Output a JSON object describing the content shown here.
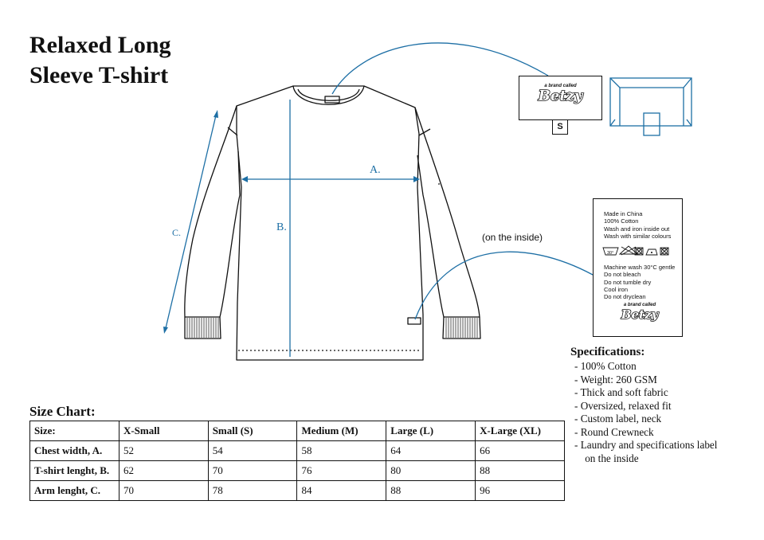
{
  "title": {
    "line1": "Relaxed Long",
    "line2": "Sleeve T-shirt"
  },
  "measure_labels": {
    "a": "A.",
    "b": "B.",
    "c": "C."
  },
  "inside_note": "(on the inside)",
  "brand": {
    "small": "a brand called",
    "big": "Betzy"
  },
  "size_tag": "S",
  "care_label": {
    "lines_top": [
      "Made in China",
      "100% Cotton",
      "Wash and iron inside out",
      "Wash with similar colours"
    ],
    "lines_bottom": [
      "Machine wash 30°C gentle",
      "Do not  bleach",
      "Do not tumble dry",
      "Cool iron",
      "Do not dryclean"
    ],
    "wash_temp": "30°"
  },
  "specifications": {
    "title": "Specifications:",
    "items": [
      "-  100% Cotton",
      "-  Weight: 260 GSM",
      "-  Thick and soft fabric",
      "-  Oversized, relaxed fit",
      "-  Custom label, neck",
      "-  Round Crewneck",
      "-  Laundry and specifications label",
      "    on the inside"
    ]
  },
  "size_chart": {
    "title": "Size Chart:",
    "header": [
      "Size:",
      "X-Small",
      "Small (S)",
      "Medium (M)",
      "Large (L)",
      "X-Large (XL)"
    ],
    "rows": [
      [
        "Chest width, A.",
        "52",
        "54",
        "58",
        "64",
        "66"
      ],
      [
        "T-shirt lenght, B.",
        "62",
        "70",
        "76",
        "80",
        "88"
      ],
      [
        "Arm lenght, C.",
        "70",
        "78",
        "84",
        "88",
        "96"
      ]
    ]
  },
  "colors": {
    "accent": "#1d6fa5",
    "ink": "#111111"
  }
}
